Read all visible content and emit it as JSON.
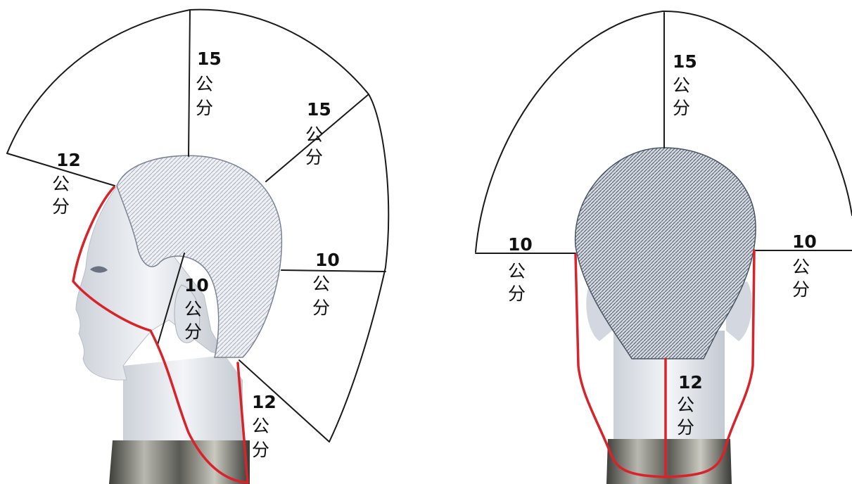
{
  "side_view": {
    "labels": [
      {
        "id": "front",
        "value": "12",
        "unit_1": "公",
        "unit_2": "分"
      },
      {
        "id": "top",
        "value": "15",
        "unit_1": "公",
        "unit_2": "分"
      },
      {
        "id": "crown",
        "value": "15",
        "unit_1": "公",
        "unit_2": "分"
      },
      {
        "id": "back",
        "value": "10",
        "unit_1": "公",
        "unit_2": "分"
      },
      {
        "id": "ear",
        "value": "10",
        "unit_1": "公",
        "unit_2": "分"
      },
      {
        "id": "nape",
        "value": "12",
        "unit_1": "公",
        "unit_2": "分"
      }
    ]
  },
  "back_view": {
    "labels": [
      {
        "id": "top",
        "value": "15",
        "unit_1": "公",
        "unit_2": "分"
      },
      {
        "id": "left",
        "value": "10",
        "unit_1": "公",
        "unit_2": "分"
      },
      {
        "id": "right",
        "value": "10",
        "unit_1": "公",
        "unit_2": "分"
      },
      {
        "id": "nape",
        "value": "12",
        "unit_1": "公",
        "unit_2": "分"
      }
    ]
  },
  "colors": {
    "guide_line": "#1a1a1a",
    "contour_line": "#d8232a",
    "hair": "#3b4656",
    "skin": "#e6e9ee",
    "collar": "#6f6f6a"
  }
}
